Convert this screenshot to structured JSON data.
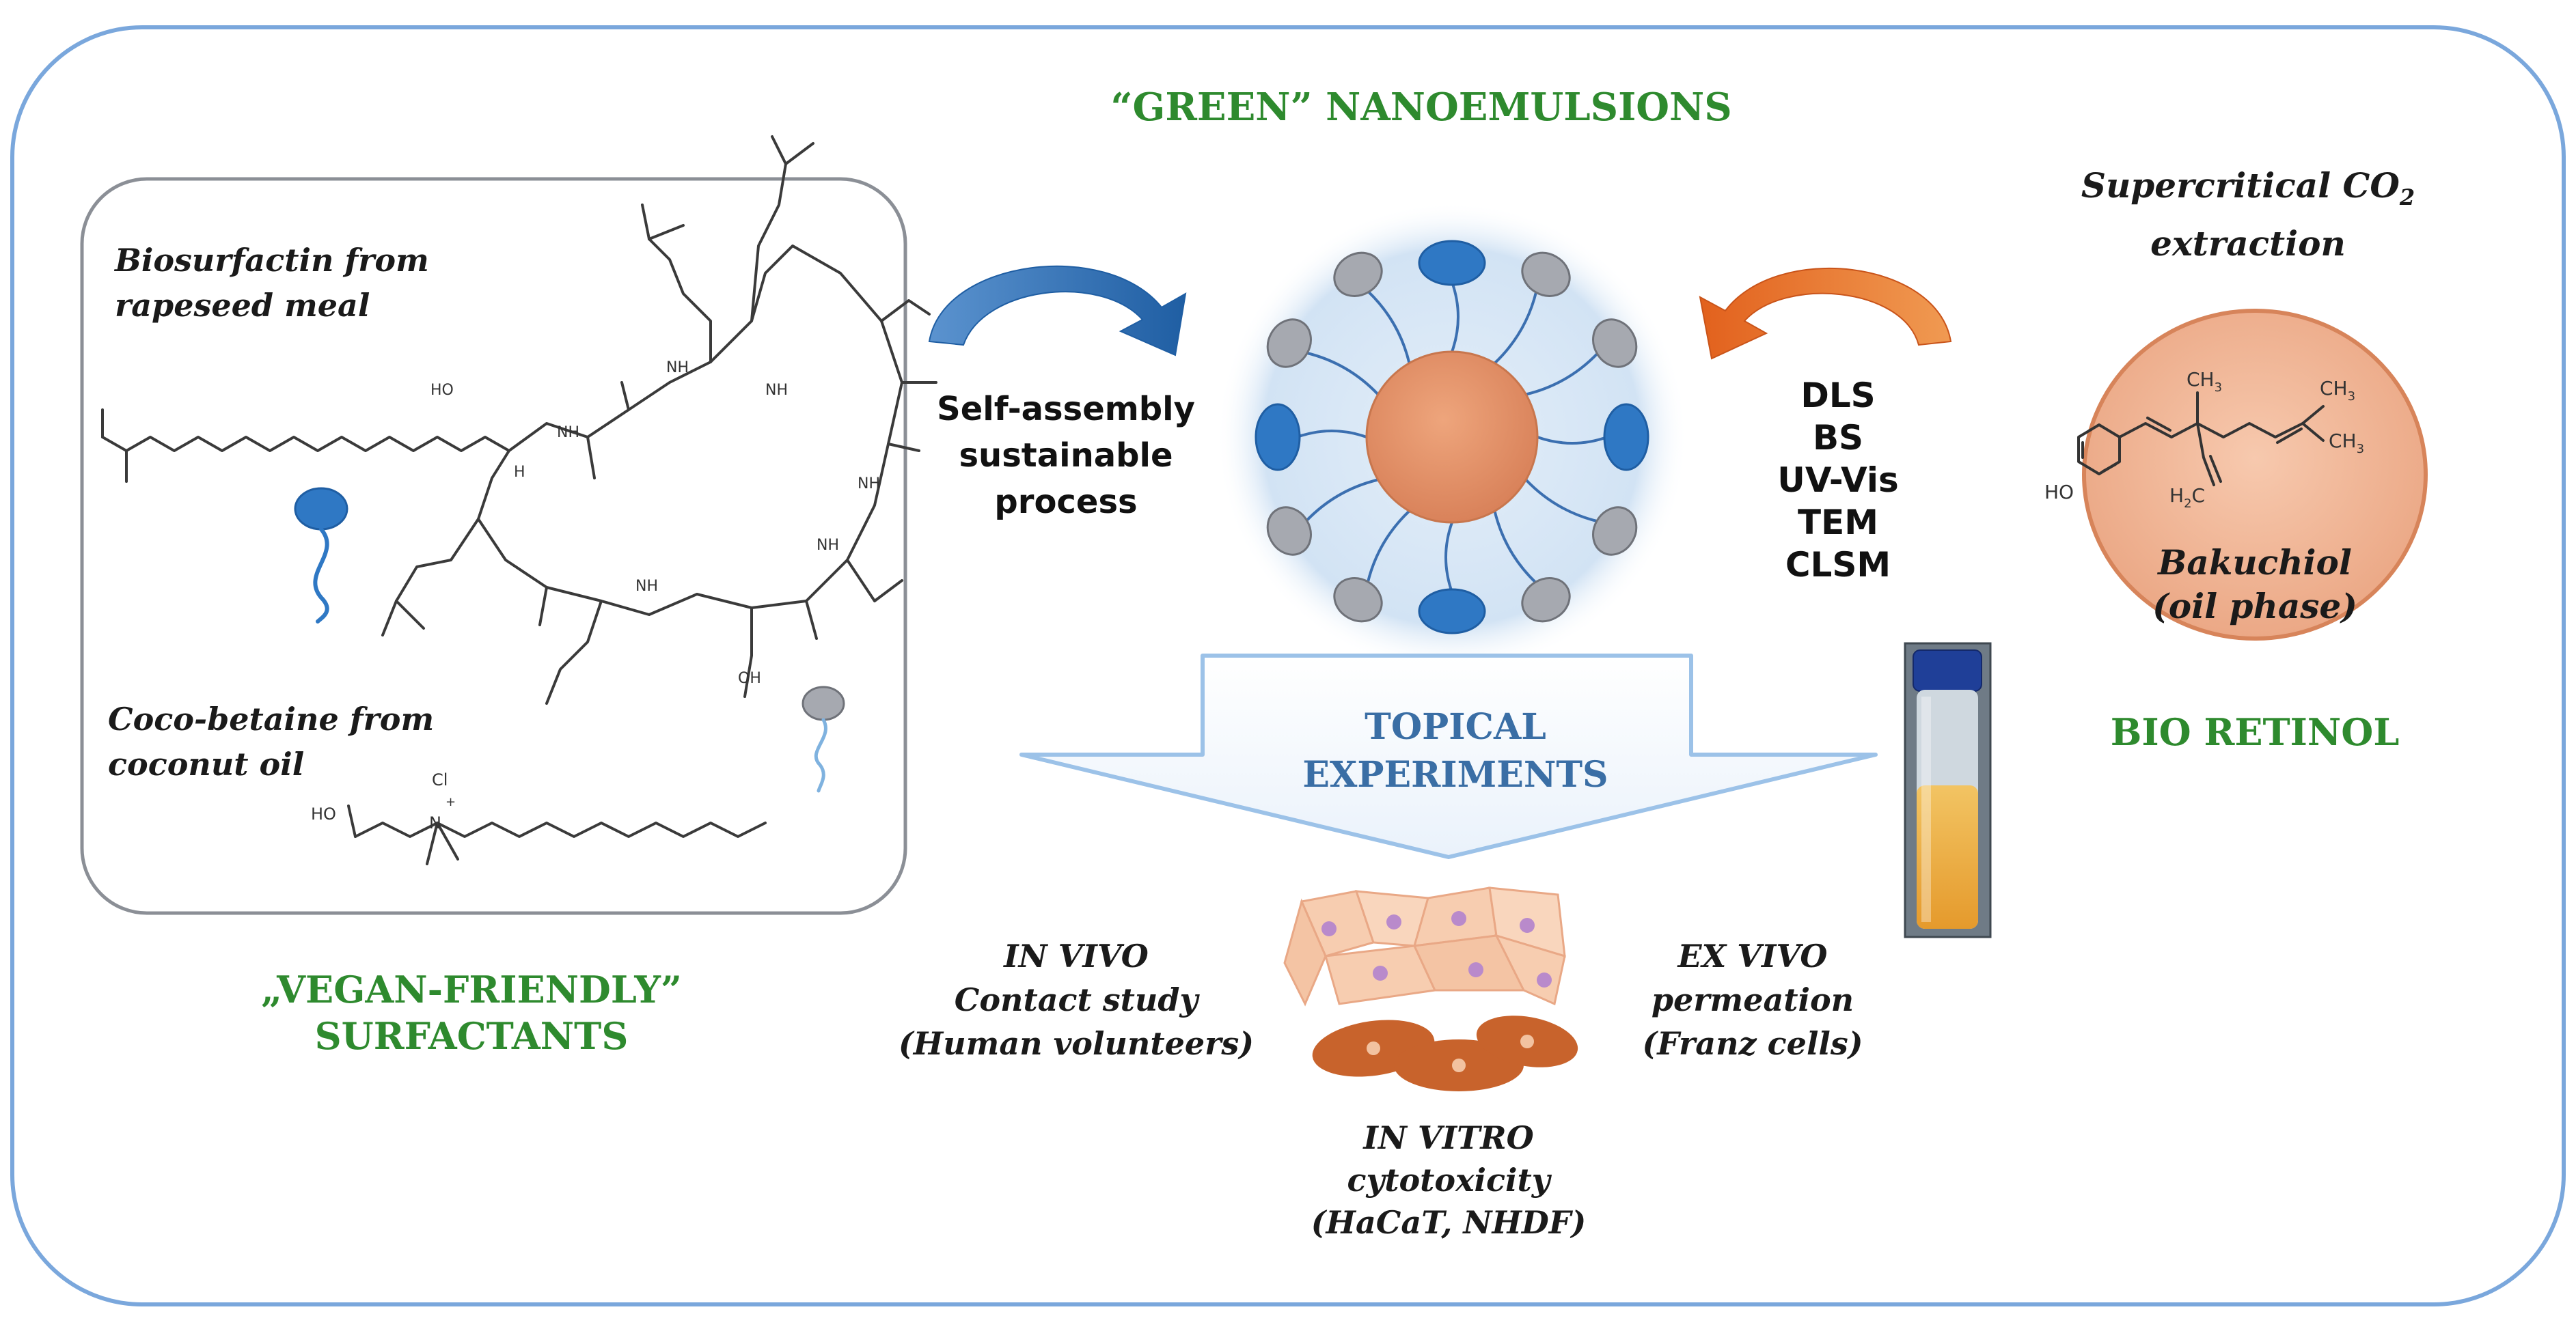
{
  "title": "“GREEN” NANOEMULSIONS",
  "surfactants": {
    "biosurfactin": [
      "Biosurfactin from",
      "rapeseed meal"
    ],
    "cocobetaine": [
      "Coco-betaine from",
      "coconut oil"
    ],
    "caption": [
      "„VEGAN-FRIENDLY”",
      "SURFACTANTS"
    ],
    "chem_labels": {
      "ho_top": "HO",
      "nh1": "NH",
      "nh2": "NH",
      "nh3": "NH",
      "nh4": "NH",
      "nh5": "NH",
      "nh6": "NH",
      "h": "H",
      "oh": "OH",
      "ho_betaine": "HO",
      "n_plus": "N",
      "plus": "+",
      "cl": "Cl"
    }
  },
  "process": [
    "Self-assembly",
    "sustainable",
    "process"
  ],
  "characterization": [
    "DLS",
    "BS",
    "UV-Vis",
    "TEM",
    "CLSM"
  ],
  "retinol": {
    "extraction": [
      "Supercritical CO",
      "2",
      "extraction"
    ],
    "molecule_name": [
      "Bakuchiol",
      "(oil phase)"
    ],
    "caption": "BIO RETINOL",
    "chem_labels": {
      "ho": "HO",
      "ch3_a": "CH",
      "ch3_b": "CH",
      "ch3_c": "CH",
      "h2c": "H",
      "sub3": "3",
      "sub2": "2",
      "c": "C"
    }
  },
  "topical": [
    "TOPICAL",
    "EXPERIMENTS"
  ],
  "experiments": {
    "in_vivo": [
      "IN VIVO",
      "Contact study",
      "(Human volunteers)"
    ],
    "ex_vivo": [
      "EX VIVO",
      "permeation",
      "(Franz cells)"
    ],
    "in_vitro": [
      "IN VITRO",
      "cytotoxicity",
      "(HaCaT, NHDF)"
    ]
  },
  "colors": {
    "frame": "#7aa7dc",
    "green": "#2e8a2e",
    "blue_arrow": "#2c6db3",
    "orange_arrow": "#e8742a",
    "core": "#e0936a",
    "head_blue": "#2f78c4",
    "head_grey": "#a6a9b0",
    "halo": "#cfe0f2"
  }
}
